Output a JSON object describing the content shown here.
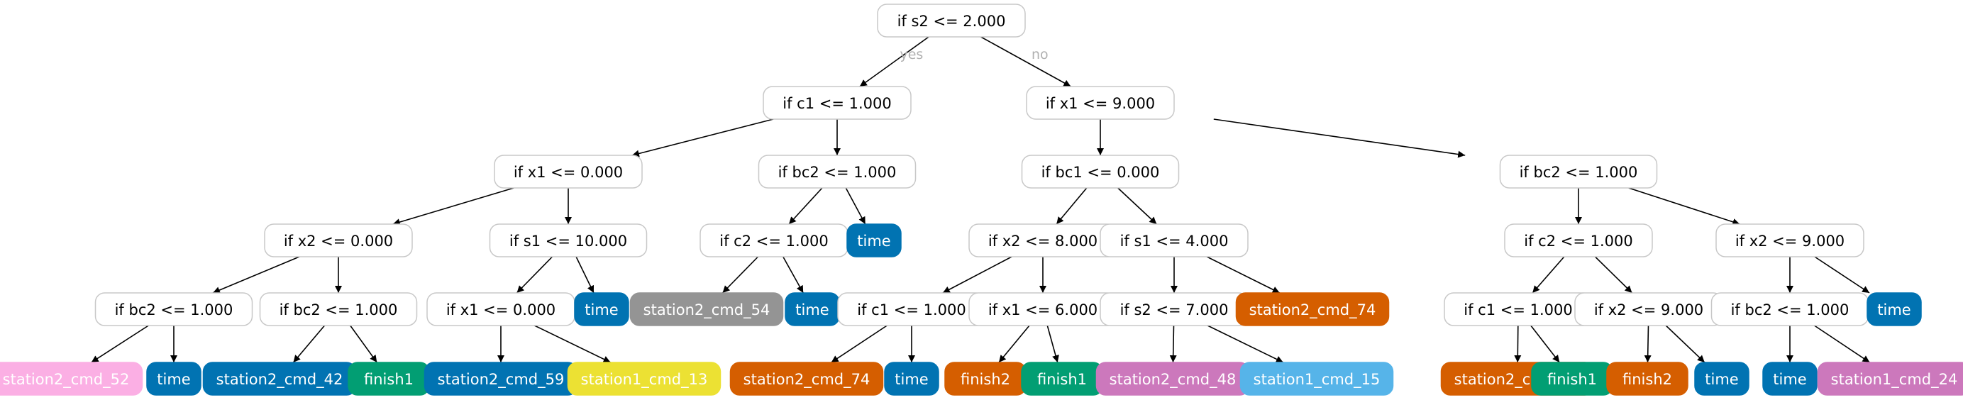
{
  "colors": {
    "split_fill": "#ffffff",
    "split_stroke": "#c8c8c8",
    "split_text": "#000000",
    "leaf_text": "#ffffff",
    "edge": "#000000",
    "edge_label": "#b0b0b0"
  },
  "edge_labels": {
    "yes": "yes",
    "no": "no"
  },
  "nodes": [
    {
      "id": "n0",
      "type": "split",
      "label": "if s2 <= 2.000"
    },
    {
      "id": "n1",
      "type": "split",
      "label": "if c1 <= 1.000"
    },
    {
      "id": "n2",
      "type": "split",
      "label": "if x1 <= 9.000"
    },
    {
      "id": "n3",
      "type": "split",
      "label": "if x1 <= 0.000"
    },
    {
      "id": "n4",
      "type": "split",
      "label": "if bc2 <= 1.000"
    },
    {
      "id": "n5",
      "type": "split",
      "label": "if bc1 <= 0.000"
    },
    {
      "id": "n6",
      "type": "split",
      "label": "if bc2 <= 1.000"
    },
    {
      "id": "n7",
      "type": "split",
      "label": "if x2 <= 0.000"
    },
    {
      "id": "n8",
      "type": "split",
      "label": "if s1 <= 10.000"
    },
    {
      "id": "n9",
      "type": "split",
      "label": "if c2 <= 1.000"
    },
    {
      "id": "n10",
      "type": "leaf",
      "label": "time",
      "color": "#0173b2"
    },
    {
      "id": "n11",
      "type": "split",
      "label": "if x2 <= 8.000"
    },
    {
      "id": "n12",
      "type": "split",
      "label": "if s1 <= 4.000"
    },
    {
      "id": "n13",
      "type": "split",
      "label": "if c2 <= 1.000"
    },
    {
      "id": "n14",
      "type": "split",
      "label": "if x2 <= 9.000"
    },
    {
      "id": "n15",
      "type": "split",
      "label": "if bc2 <= 1.000"
    },
    {
      "id": "n16",
      "type": "split",
      "label": "if bc2 <= 1.000"
    },
    {
      "id": "n17",
      "type": "split",
      "label": "if x1 <= 0.000"
    },
    {
      "id": "n18",
      "type": "leaf",
      "label": "time",
      "color": "#0173b2"
    },
    {
      "id": "n19",
      "type": "leaf",
      "label": "station2_cmd_54",
      "color": "#949494"
    },
    {
      "id": "n20",
      "type": "leaf",
      "label": "time",
      "color": "#0173b2"
    },
    {
      "id": "n21",
      "type": "split",
      "label": "if c1 <= 1.000"
    },
    {
      "id": "n22",
      "type": "split",
      "label": "if x1 <= 6.000"
    },
    {
      "id": "n23",
      "type": "split",
      "label": "if s2 <= 7.000"
    },
    {
      "id": "n24",
      "type": "leaf",
      "label": "station2_cmd_74",
      "color": "#d55e00"
    },
    {
      "id": "n25",
      "type": "split",
      "label": "if c1 <= 1.000"
    },
    {
      "id": "n26",
      "type": "split",
      "label": "if x2 <= 9.000"
    },
    {
      "id": "n27",
      "type": "split",
      "label": "if bc2 <= 1.000"
    },
    {
      "id": "n28",
      "type": "leaf",
      "label": "time",
      "color": "#0173b2"
    },
    {
      "id": "n29",
      "type": "leaf",
      "label": "station2_cmd_52",
      "color": "#fbafe4"
    },
    {
      "id": "n30",
      "type": "leaf",
      "label": "time",
      "color": "#0173b2"
    },
    {
      "id": "n31",
      "type": "leaf",
      "label": "station2_cmd_42",
      "color": "#0173b2"
    },
    {
      "id": "n32",
      "type": "leaf",
      "label": "finish1",
      "color": "#029e73"
    },
    {
      "id": "n33",
      "type": "leaf",
      "label": "station2_cmd_59",
      "color": "#0173b2"
    },
    {
      "id": "n34",
      "type": "leaf",
      "label": "station1_cmd_13",
      "color": "#ece133"
    },
    {
      "id": "n35",
      "type": "leaf",
      "label": "station2_cmd_74",
      "color": "#d55e00"
    },
    {
      "id": "n36",
      "type": "leaf",
      "label": "time",
      "color": "#0173b2"
    },
    {
      "id": "n37",
      "type": "leaf",
      "label": "finish2",
      "color": "#d55e00"
    },
    {
      "id": "n38",
      "type": "leaf",
      "label": "finish1",
      "color": "#029e73"
    },
    {
      "id": "n39",
      "type": "leaf",
      "label": "station2_cmd_48",
      "color": "#cc78bc"
    },
    {
      "id": "n40",
      "type": "leaf",
      "label": "station1_cmd_15",
      "color": "#56b4e9"
    },
    {
      "id": "n41",
      "type": "leaf",
      "label": "station2_cmd_74",
      "color": "#d55e00"
    },
    {
      "id": "n42",
      "type": "leaf",
      "label": "finish1",
      "color": "#029e73"
    },
    {
      "id": "n43",
      "type": "leaf",
      "label": "finish2",
      "color": "#d55e00"
    },
    {
      "id": "n44",
      "type": "leaf",
      "label": "time",
      "color": "#0173b2"
    },
    {
      "id": "n45",
      "type": "leaf",
      "label": "time",
      "color": "#0173b2"
    },
    {
      "id": "n46",
      "type": "leaf",
      "label": "station1_cmd_24",
      "color": "#cc78bc"
    }
  ],
  "edges": [
    {
      "from": "n0",
      "to": "n1",
      "label": "yes"
    },
    {
      "from": "n0",
      "to": "n2",
      "label": "no"
    },
    {
      "from": "n1",
      "to": "n3"
    },
    {
      "from": "n1",
      "to": "n4"
    },
    {
      "from": "n2",
      "to": "n5"
    },
    {
      "from": "n2",
      "to": "n6"
    },
    {
      "from": "n3",
      "to": "n7"
    },
    {
      "from": "n3",
      "to": "n8"
    },
    {
      "from": "n4",
      "to": "n9"
    },
    {
      "from": "n4",
      "to": "n10"
    },
    {
      "from": "n5",
      "to": "n11"
    },
    {
      "from": "n5",
      "to": "n12"
    },
    {
      "from": "n6",
      "to": "n13"
    },
    {
      "from": "n6",
      "to": "n14"
    },
    {
      "from": "n7",
      "to": "n15"
    },
    {
      "from": "n7",
      "to": "n16"
    },
    {
      "from": "n8",
      "to": "n17"
    },
    {
      "from": "n8",
      "to": "n18"
    },
    {
      "from": "n9",
      "to": "n19"
    },
    {
      "from": "n9",
      "to": "n20"
    },
    {
      "from": "n11",
      "to": "n21"
    },
    {
      "from": "n11",
      "to": "n22"
    },
    {
      "from": "n12",
      "to": "n23"
    },
    {
      "from": "n12",
      "to": "n24"
    },
    {
      "from": "n13",
      "to": "n25"
    },
    {
      "from": "n13",
      "to": "n26"
    },
    {
      "from": "n14",
      "to": "n27"
    },
    {
      "from": "n14",
      "to": "n28"
    },
    {
      "from": "n15",
      "to": "n29"
    },
    {
      "from": "n15",
      "to": "n30"
    },
    {
      "from": "n16",
      "to": "n31"
    },
    {
      "from": "n16",
      "to": "n32"
    },
    {
      "from": "n17",
      "to": "n33"
    },
    {
      "from": "n17",
      "to": "n34"
    },
    {
      "from": "n21",
      "to": "n35"
    },
    {
      "from": "n21",
      "to": "n36"
    },
    {
      "from": "n22",
      "to": "n37"
    },
    {
      "from": "n22",
      "to": "n38"
    },
    {
      "from": "n23",
      "to": "n39"
    },
    {
      "from": "n23",
      "to": "n40"
    },
    {
      "from": "n25",
      "to": "n41"
    },
    {
      "from": "n25",
      "to": "n42"
    },
    {
      "from": "n26",
      "to": "n43"
    },
    {
      "from": "n26",
      "to": "n44"
    },
    {
      "from": "n27",
      "to": "n45"
    },
    {
      "from": "n27",
      "to": "n46"
    }
  ]
}
